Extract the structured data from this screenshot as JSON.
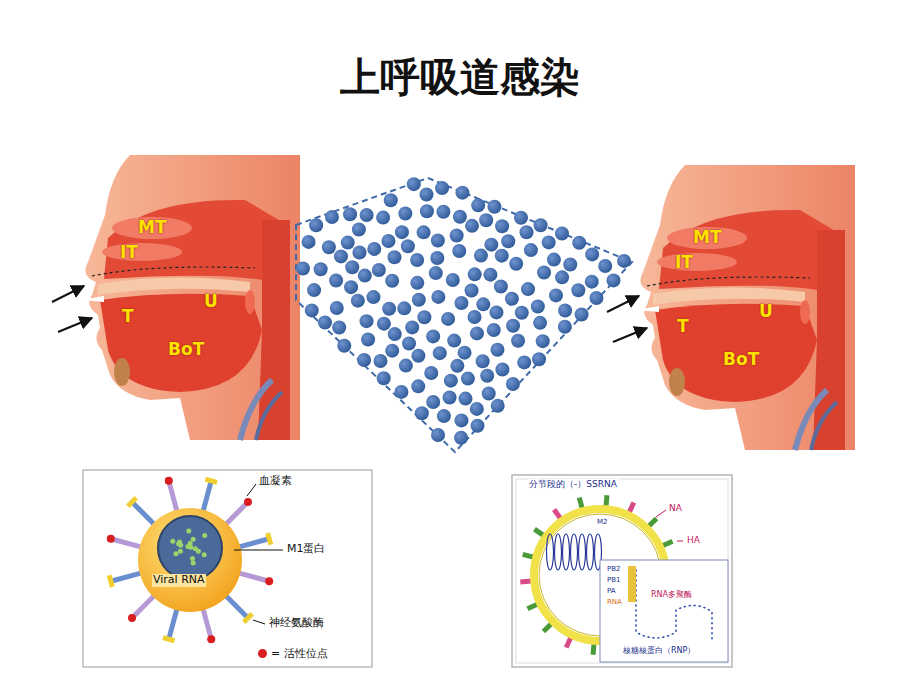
{
  "diagram": {
    "title": "上呼吸道感染",
    "labels": [
      "MT",
      "IT",
      "U",
      "T",
      "BoT",
      "MT",
      "IT",
      "U",
      "T",
      "BoT",
      "血凝素",
      "M1蛋白",
      "Viral RNA",
      "神经氨酸酶",
      "分节段的（-）SSRNA",
      "NA",
      "HA",
      "M2",
      "PB2",
      "PB1",
      "PA",
      "RNA",
      "RNA多聚酶",
      "核糖核蛋白（RNP）"
    ],
    "legend": [
      {
        "text": "= 活性位点",
        "color": "#d81e1e"
      }
    ]
  }
}
